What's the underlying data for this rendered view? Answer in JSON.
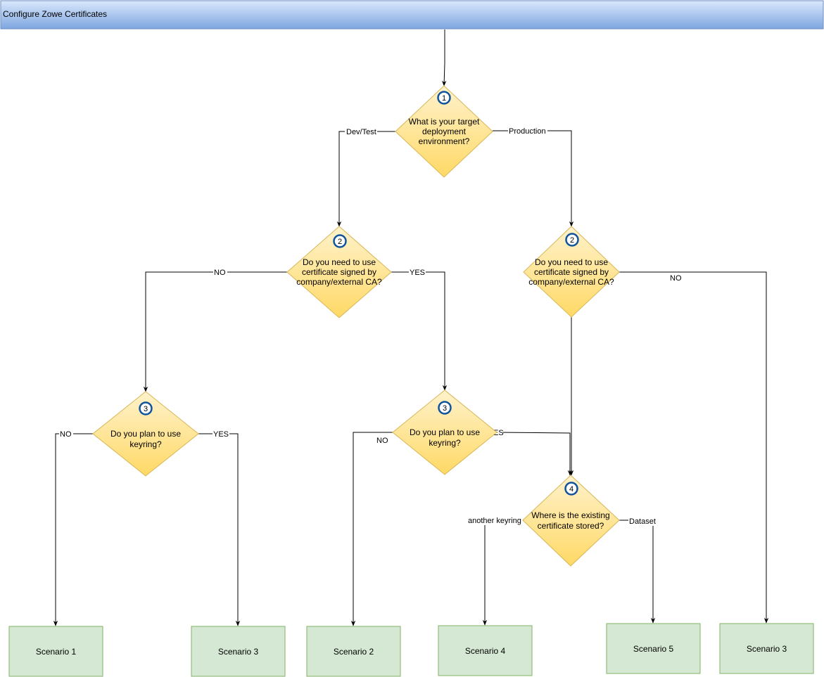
{
  "title": "Configure Zowe Certificates",
  "decisions": {
    "d1": {
      "number": "1",
      "lines": [
        "What is your target",
        "deployment",
        "environment?"
      ]
    },
    "d2a": {
      "number": "2",
      "lines": [
        "Do you need to use",
        "certificate signed by",
        "company/external CA?"
      ]
    },
    "d2b": {
      "number": "2",
      "lines": [
        "Do you need to use",
        "certificate signed by",
        "company/external CA?"
      ]
    },
    "d3a": {
      "number": "3",
      "lines": [
        "Do you plan to use",
        "keyring?"
      ]
    },
    "d3b": {
      "number": "3",
      "lines": [
        "Do you plan to use",
        "keyring?"
      ]
    },
    "d4": {
      "number": "4",
      "lines": [
        "Where is the existing",
        "certificate stored?"
      ]
    }
  },
  "edge_labels": {
    "devtest": "Dev/Test",
    "production": "Production",
    "d2a_no": "NO",
    "d2a_yes": "YES",
    "d2b_no": "NO",
    "d3a_no": "NO",
    "d3a_yes": "YES",
    "d3b_no": "NO",
    "d3b_yes": "ES",
    "d4_keyring": "another keyring",
    "d4_dataset": "Dataset"
  },
  "scenarios": {
    "s1": "Scenario 1",
    "s3a": "Scenario 3",
    "s2": "Scenario 2",
    "s4": "Scenario 4",
    "s5": "Scenario 5",
    "s3b": "Scenario 3"
  },
  "colors": {
    "title_bar_top": "#dae8fc",
    "title_bar_bottom": "#7ea6e0",
    "decision_top": "#fff2cc",
    "decision_bottom": "#ffd966",
    "scenario_fill": "#d5e8d4",
    "badge_ring": "#10549b"
  }
}
